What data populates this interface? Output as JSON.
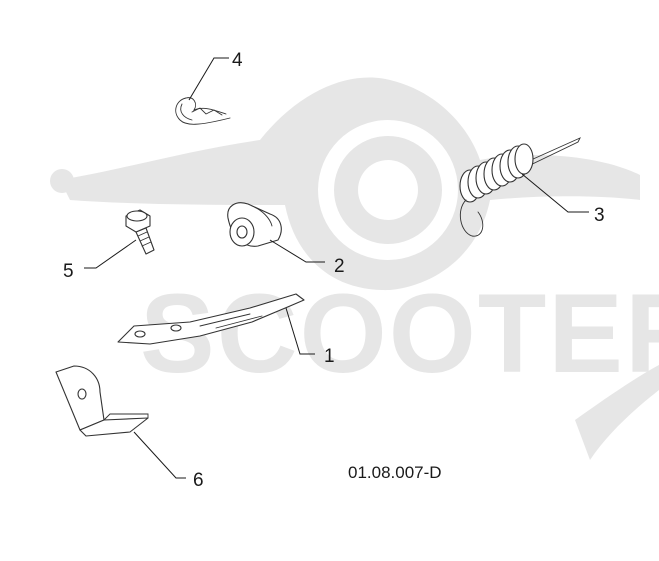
{
  "callouts": [
    {
      "label": "1",
      "part": "plate"
    },
    {
      "label": "2",
      "part": "bushing"
    },
    {
      "label": "3",
      "part": "spring"
    },
    {
      "label": "4",
      "part": "clip"
    },
    {
      "label": "5",
      "part": "bolt"
    },
    {
      "label": "6",
      "part": "bracket"
    }
  ],
  "diagram_code": "01.08.007-D",
  "watermark": {
    "text": "SCOOTER",
    "color": "#e6e6e6"
  }
}
